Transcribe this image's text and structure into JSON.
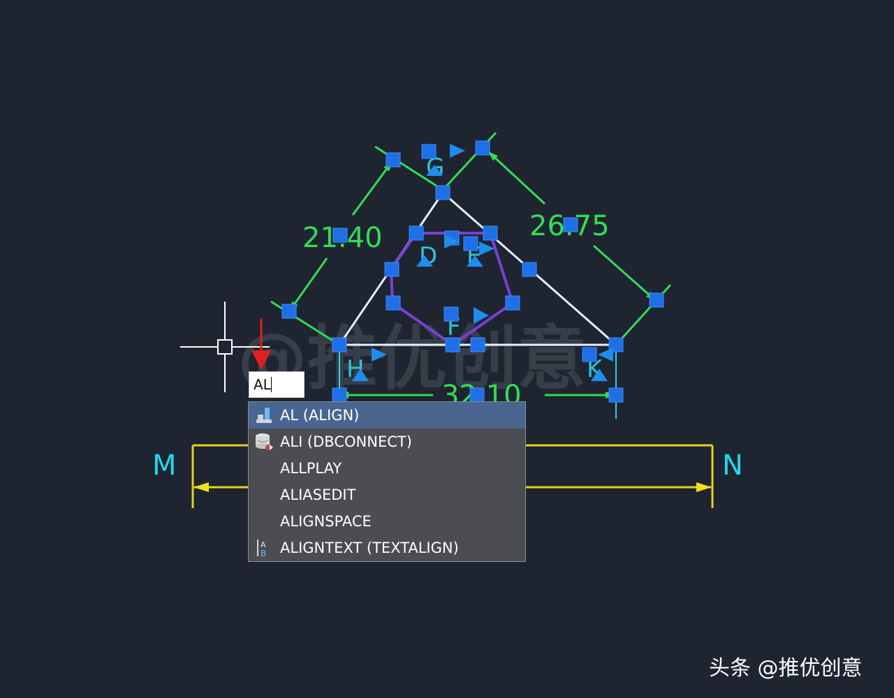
{
  "drawing": {
    "dimensions": [
      "21.40",
      "26.75",
      "32.10"
    ],
    "point_labels": [
      "G",
      "D",
      "E",
      "F",
      "H",
      "K",
      "M",
      "N"
    ],
    "watermark": "@推优创意",
    "colors": {
      "background": "#1e2530",
      "dimension": "#33dd55",
      "grip": "#1f6fe6",
      "triangle": "#e6f0ff",
      "hexagon": "#7a3fd6",
      "measure_line": "#e6d21a",
      "labels": "#2fc2d8"
    }
  },
  "command": {
    "input_value": "AL"
  },
  "autocomplete": {
    "items": [
      {
        "label": "AL (ALIGN)",
        "icon": "align-icon",
        "selected": true
      },
      {
        "label": "ALI (DBCONNECT)",
        "icon": "dbconnect-icon",
        "selected": false
      },
      {
        "label": "ALLPLAY",
        "icon": "",
        "selected": false
      },
      {
        "label": "ALIASEDIT",
        "icon": "",
        "selected": false
      },
      {
        "label": "ALIGNSPACE",
        "icon": "",
        "selected": false
      },
      {
        "label": "ALIGNTEXT (TEXTALIGN)",
        "icon": "textalign-icon",
        "selected": false
      }
    ]
  },
  "footer": {
    "credit": "头条 @推优创意"
  }
}
